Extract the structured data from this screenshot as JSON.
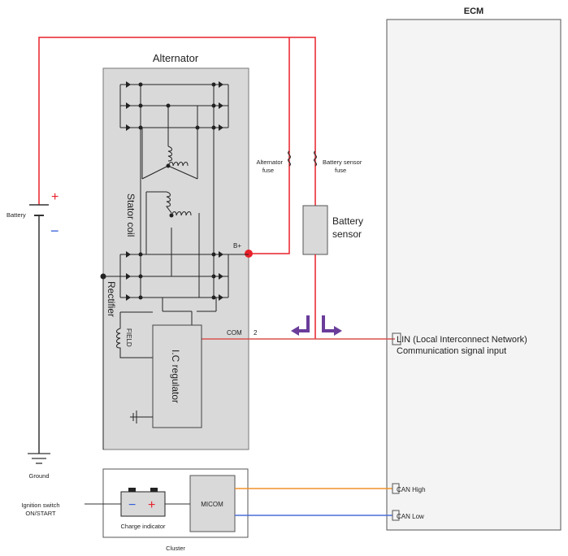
{
  "ecm": {
    "title": "ECM"
  },
  "alternator": {
    "title": "Alternator",
    "b_plus": "B+",
    "stator": "Stator coil",
    "rectifier": "Rectifier",
    "field": "FIELD",
    "regulator": "I.C regulator",
    "com": "COM",
    "pin": "2"
  },
  "battery": {
    "label": "Battery",
    "plus": "+",
    "minus": "−"
  },
  "ground": {
    "label": "Ground"
  },
  "fuses": {
    "alternator_line1": "Alternator",
    "alternator_line2": "fuse",
    "sensor_line1": "Battery sensor",
    "sensor_line2": "fuse"
  },
  "battery_sensor": {
    "line1": "Battery",
    "line2": "sensor"
  },
  "lin": {
    "line1": "LIN (Local Interconnect Network)",
    "line2": "Communication signal input"
  },
  "can": {
    "high": "CAN High",
    "low": "CAN Low"
  },
  "cluster": {
    "label": "Cluster",
    "micom": "MICOM",
    "charge_indicator": "Charge indicator",
    "plus": "+",
    "minus": "−"
  },
  "ignition": {
    "line1": "Ignition switch",
    "line2": "ON/START"
  },
  "colors": {
    "power": "#e8202a",
    "signal": "#d9534f",
    "can_high": "#f0922a",
    "can_low": "#4a6fd8",
    "arrow": "#6a3d9a",
    "box_fill": "#d9d9d9",
    "ecm_fill": "#f4f4f4"
  }
}
